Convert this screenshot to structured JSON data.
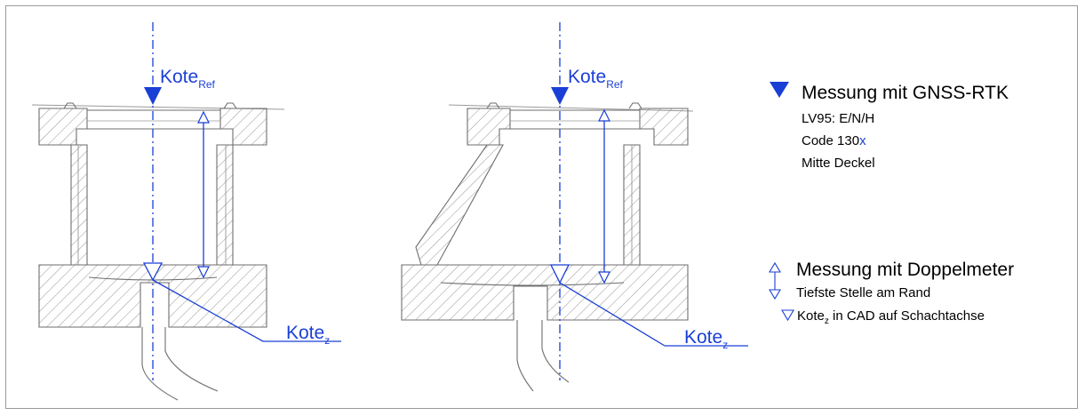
{
  "left_diagram": {
    "ref_label_main": "Kote",
    "ref_label_sub": "Ref",
    "z_label_main": "Kote",
    "z_label_sub": "z"
  },
  "right_diagram": {
    "ref_label_main": "Kote",
    "ref_label_sub": "Ref",
    "z_label_main": "Kote",
    "z_label_sub": "z"
  },
  "legend": {
    "gnss_heading": "Messung mit GNSS-RTK",
    "gnss_lines": [
      "LV95: E/N/H",
      "Code 130",
      "Mitte Deckel"
    ],
    "gnss_code_suffix": "x",
    "doppel_heading": "Messung mit Doppelmeter",
    "doppel_line1": "Tiefste Stelle am Rand",
    "kote_prefix": "Kote",
    "kote_sub": "z",
    "kote_rest": " in CAD auf Schachtachse"
  },
  "colors": {
    "accent": "#1a3fd6",
    "structure": "#6e6e6e"
  },
  "icons": [
    "filled-down-triangle-icon",
    "double-headed-open-arrow-icon",
    "open-down-triangle-icon"
  ]
}
